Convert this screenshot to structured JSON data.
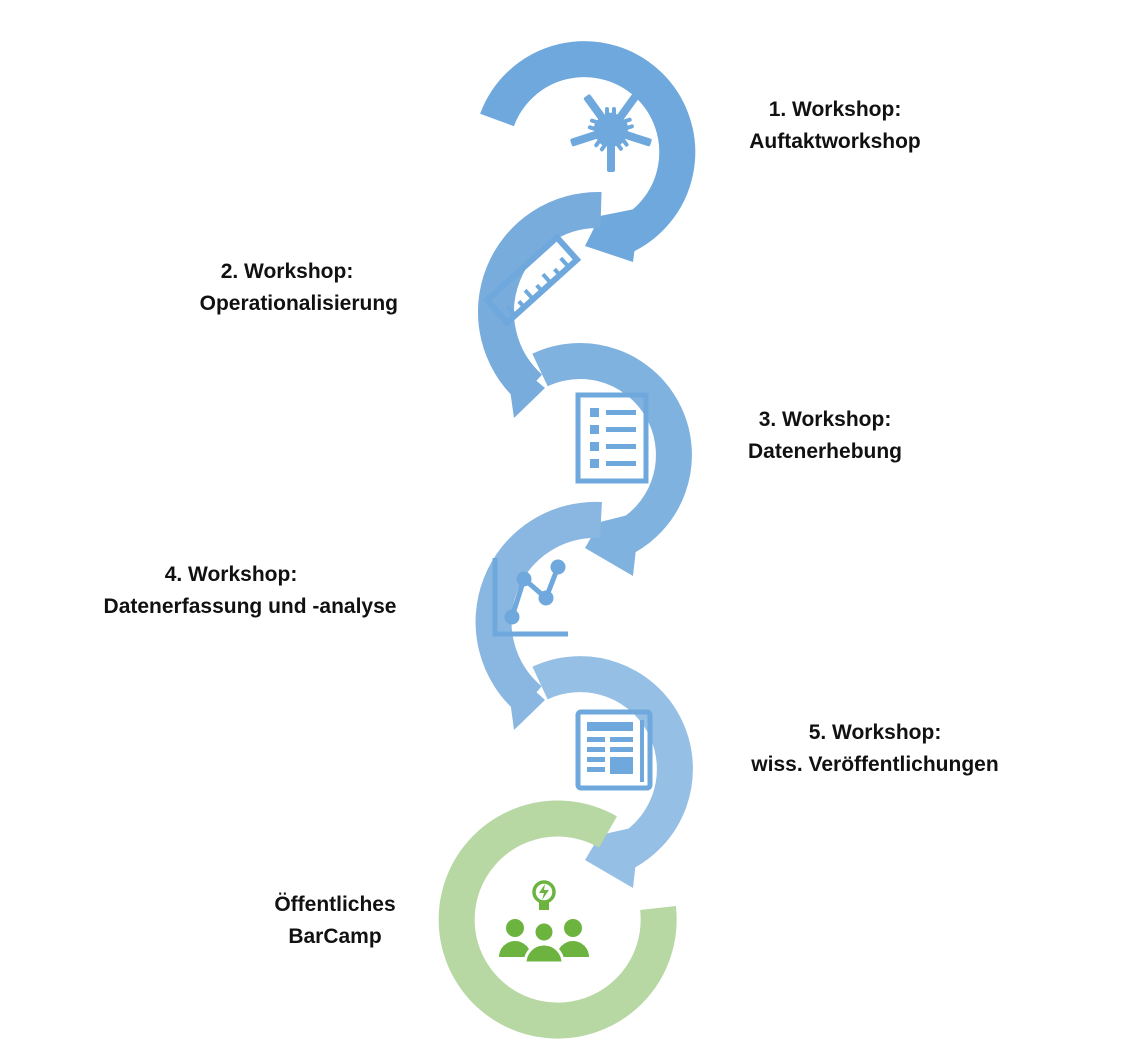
{
  "colors": {
    "step_1": "#6fa8dc",
    "step_2": "#78acdc",
    "step_3": "#80b2df",
    "step_4": "#8ab7e1",
    "step_5": "#95bfe4",
    "final": "#b7d7a3",
    "final_icon": "#6db33f",
    "label_text": "#111111"
  },
  "steps": [
    {
      "line1": "1. Workshop:",
      "line2": "Auftaktworkshop",
      "icon": "hands-icon"
    },
    {
      "line1": "2. Workshop:",
      "line2": "Operationalisierung",
      "icon": "ruler-icon"
    },
    {
      "line1": "3. Workshop:",
      "line2": "Datenerhebung",
      "icon": "checklist-icon"
    },
    {
      "line1": "4. Workshop:",
      "line2": "Datenerfassung und -analyse",
      "icon": "line-chart-icon"
    },
    {
      "line1": "5. Workshop:",
      "line2": "wiss. Veröffentlichungen",
      "icon": "newspaper-icon"
    }
  ],
  "final": {
    "line1": "Öffentliches",
    "line2": "BarCamp",
    "icon": "team-idea-icon"
  }
}
